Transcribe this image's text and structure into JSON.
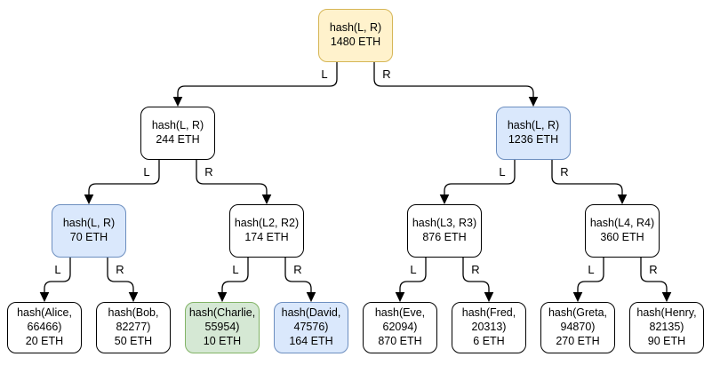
{
  "diagram": {
    "type": "merkle-tree",
    "edge_labels": {
      "left": "L",
      "right": "R"
    },
    "colors": {
      "yellow": {
        "fill": "#fff2cc",
        "stroke": "#d6b656"
      },
      "blue": {
        "fill": "#dae8fc",
        "stroke": "#6c8ebf"
      },
      "green": {
        "fill": "#d5e8d4",
        "stroke": "#82b366"
      },
      "white": {
        "fill": "#ffffff",
        "stroke": "#000000"
      },
      "edge": "#000000",
      "text": "#000000"
    },
    "tree": {
      "label": "hash(L, R)",
      "value": "1480 ETH",
      "color": "yellow",
      "children": [
        {
          "label": "hash(L, R)",
          "value": "244 ETH",
          "color": "white",
          "children": [
            {
              "label": "hash(L, R)",
              "value": "70 ETH",
              "color": "blue",
              "children": [
                {
                  "label": "hash(Alice, 66466)",
                  "value": "20 ETH",
                  "color": "white"
                },
                {
                  "label": "hash(Bob, 82277)",
                  "value": "50 ETH",
                  "color": "white"
                }
              ]
            },
            {
              "label": "hash(L2, R2)",
              "value": "174 ETH",
              "color": "white",
              "children": [
                {
                  "label": "hash(Charlie, 55954)",
                  "value": "10 ETH",
                  "color": "green"
                },
                {
                  "label": "hash(David, 47576)",
                  "value": "164 ETH",
                  "color": "blue"
                }
              ]
            }
          ]
        },
        {
          "label": "hash(L, R)",
          "value": "1236 ETH",
          "color": "blue",
          "children": [
            {
              "label": "hash(L3, R3)",
              "value": "876 ETH",
              "color": "white",
              "children": [
                {
                  "label": "hash(Eve, 62094)",
                  "value": "870 ETH",
                  "color": "white"
                },
                {
                  "label": "hash(Fred, 20313)",
                  "value": "6 ETH",
                  "color": "white"
                }
              ]
            },
            {
              "label": "hash(L4, R4)",
              "value": "360 ETH",
              "color": "white",
              "children": [
                {
                  "label": "hash(Greta, 94870)",
                  "value": "270 ETH",
                  "color": "white"
                },
                {
                  "label": "hash(Henry, 82135)",
                  "value": "90 ETH",
                  "color": "white"
                }
              ]
            }
          ]
        }
      ]
    }
  }
}
